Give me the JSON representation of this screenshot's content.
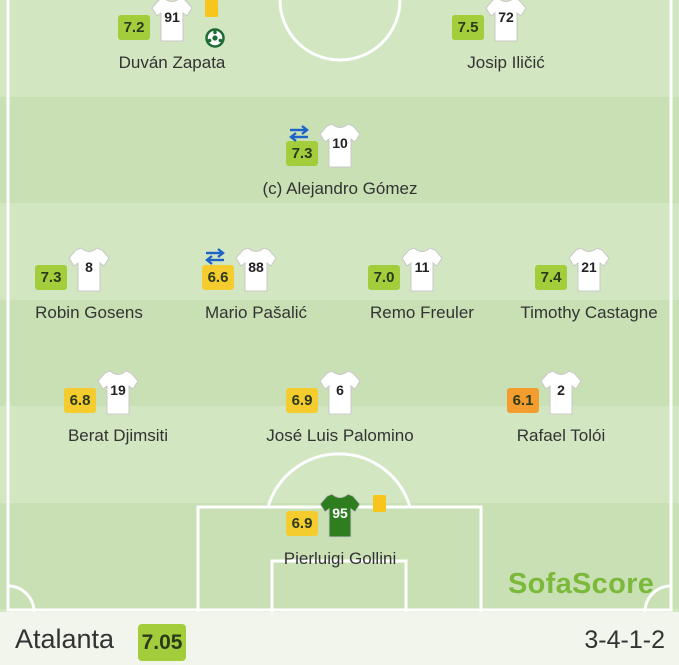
{
  "brand": "SofaScore",
  "team": {
    "name": "Atalanta",
    "rating": "7.05",
    "formation": "3-4-1-2"
  },
  "players": [
    {
      "number": "91",
      "name": "Duván Zapata",
      "rating": "7.2",
      "rating_color": "green",
      "yellow_card": true,
      "goal": true,
      "subbed": false,
      "captain": false
    },
    {
      "number": "72",
      "name": "Josip Iličić",
      "rating": "7.5",
      "rating_color": "green",
      "yellow_card": false,
      "goal": false,
      "subbed": false
    },
    {
      "number": "10",
      "name": "(c) Alejandro Gómez",
      "rating": "7.3",
      "rating_color": "green",
      "yellow_card": false,
      "goal": false,
      "subbed": true
    },
    {
      "number": "8",
      "name": "Robin Gosens",
      "rating": "7.3",
      "rating_color": "green",
      "subbed": false
    },
    {
      "number": "88",
      "name": "Mario Pašalić",
      "rating": "6.6",
      "rating_color": "yellow",
      "subbed": true
    },
    {
      "number": "11",
      "name": "Remo Freuler",
      "rating": "7.0",
      "rating_color": "green",
      "subbed": false
    },
    {
      "number": "21",
      "name": "Timothy Castagne",
      "rating": "7.4",
      "rating_color": "green",
      "subbed": false
    },
    {
      "number": "19",
      "name": "Berat Djimsiti",
      "rating": "6.8",
      "rating_color": "yellow"
    },
    {
      "number": "6",
      "name": "José Luis Palomino",
      "rating": "6.9",
      "rating_color": "yellow"
    },
    {
      "number": "2",
      "name": "Rafael Tolói",
      "rating": "6.1",
      "rating_color": "orange"
    },
    {
      "number": "95",
      "name": "Pierluigi Gollini",
      "rating": "6.9",
      "rating_color": "yellow",
      "yellow_card": true,
      "goalkeeper": true
    }
  ],
  "colors": {
    "rating_green": "#a3cd3b",
    "rating_yellow": "#f5cc2e",
    "rating_orange": "#f29d2d",
    "goalkeeper_shirt": "#2e7d1f",
    "brand": "#7bb93a"
  }
}
